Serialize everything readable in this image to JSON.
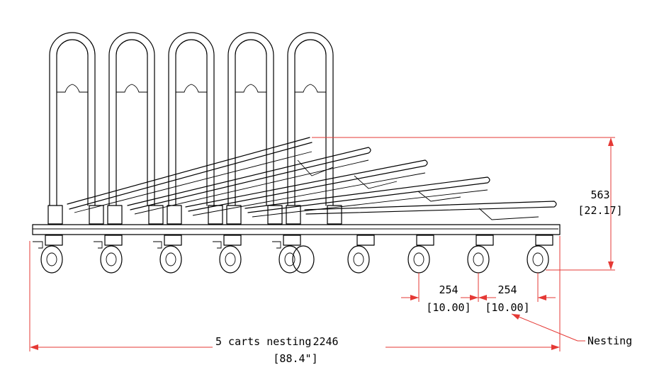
{
  "dimensions": {
    "height": {
      "value": "563",
      "inches": "[22.17]"
    },
    "spacing_left": {
      "value": "254",
      "inches": "[10.00]"
    },
    "spacing_right": {
      "value": "254",
      "inches": "[10.00]"
    },
    "total": {
      "label": "5 carts nesting",
      "value": "2246",
      "inches": "[88.4\"]"
    }
  },
  "callouts": {
    "nesting": "Nesting"
  },
  "colors": {
    "dimension": "#e53935",
    "linework": "#000000"
  }
}
